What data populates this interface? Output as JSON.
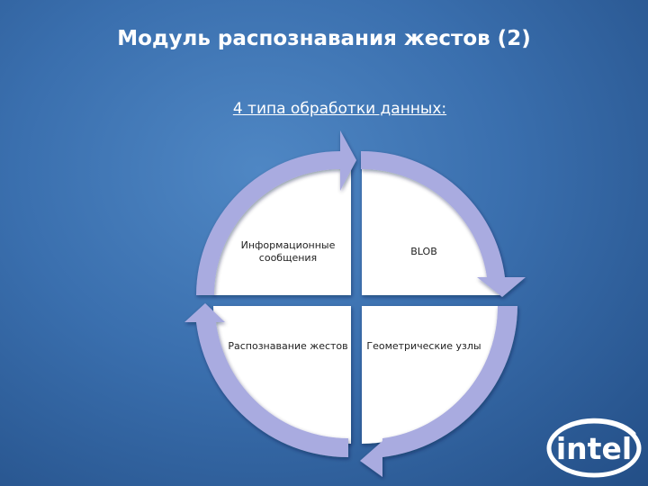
{
  "slide": {
    "title": "Модуль распознавания жестов (2)",
    "subtitle": "4 типа обработки данных:"
  },
  "cycle": {
    "quadrants": [
      {
        "position": "top-left",
        "label": "Информационные сообщения"
      },
      {
        "position": "top-right",
        "label": "BLOB"
      },
      {
        "position": "bottom-left",
        "label": "Распознавание жестов"
      },
      {
        "position": "bottom-right",
        "label": "Геометрические узлы"
      }
    ]
  },
  "logo": {
    "text": "intel"
  },
  "colors": {
    "background": "#3a6fae",
    "arrow": "#a9abe0",
    "quadrant": "#ffffff",
    "title_text": "#ffffff"
  }
}
